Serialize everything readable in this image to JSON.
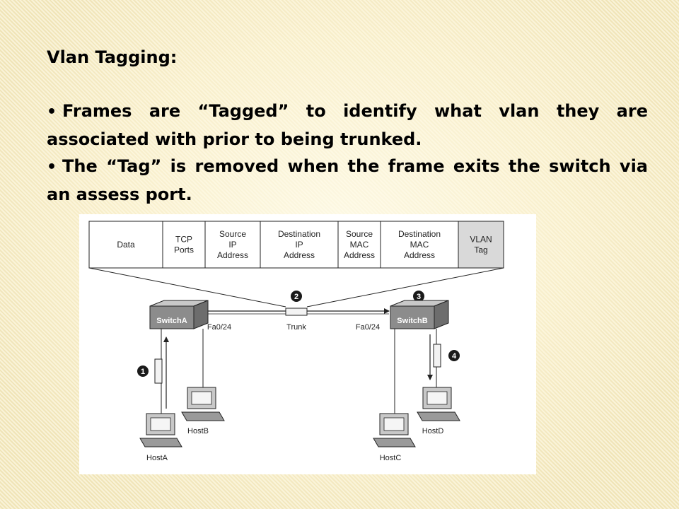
{
  "slide": {
    "title": "Vlan Tagging:",
    "bullets": [
      "Frames are “Tagged” to identify what vlan they are associated with prior to being trunked.",
      "The “Tag” is removed when the frame exits the switch via an assess port."
    ]
  },
  "diagram": {
    "frame_fields": [
      [
        "Data"
      ],
      [
        "TCP",
        "Ports"
      ],
      [
        "Source",
        "IP",
        "Address"
      ],
      [
        "Destination",
        "IP",
        "Address"
      ],
      [
        "Source",
        "MAC",
        "Address"
      ],
      [
        "Destination",
        "MAC",
        "Address"
      ],
      [
        "VLAN",
        "Tag"
      ]
    ],
    "switch_a_label": "SwitchA",
    "switch_b_label": "SwitchB",
    "port_a_label": "Fa0/24",
    "port_b_label": "Fa0/24",
    "trunk_label": "Trunk",
    "hosts": [
      "HostA",
      "HostB",
      "HostC",
      "HostD"
    ],
    "steps": [
      "1",
      "2",
      "3",
      "4"
    ],
    "colors": {
      "vlan_tag_fill": "#d9d9d9",
      "switch_fill": "#8c8c8c",
      "step_marker": "#1a1a1a",
      "background": "#f6ecc4"
    }
  }
}
